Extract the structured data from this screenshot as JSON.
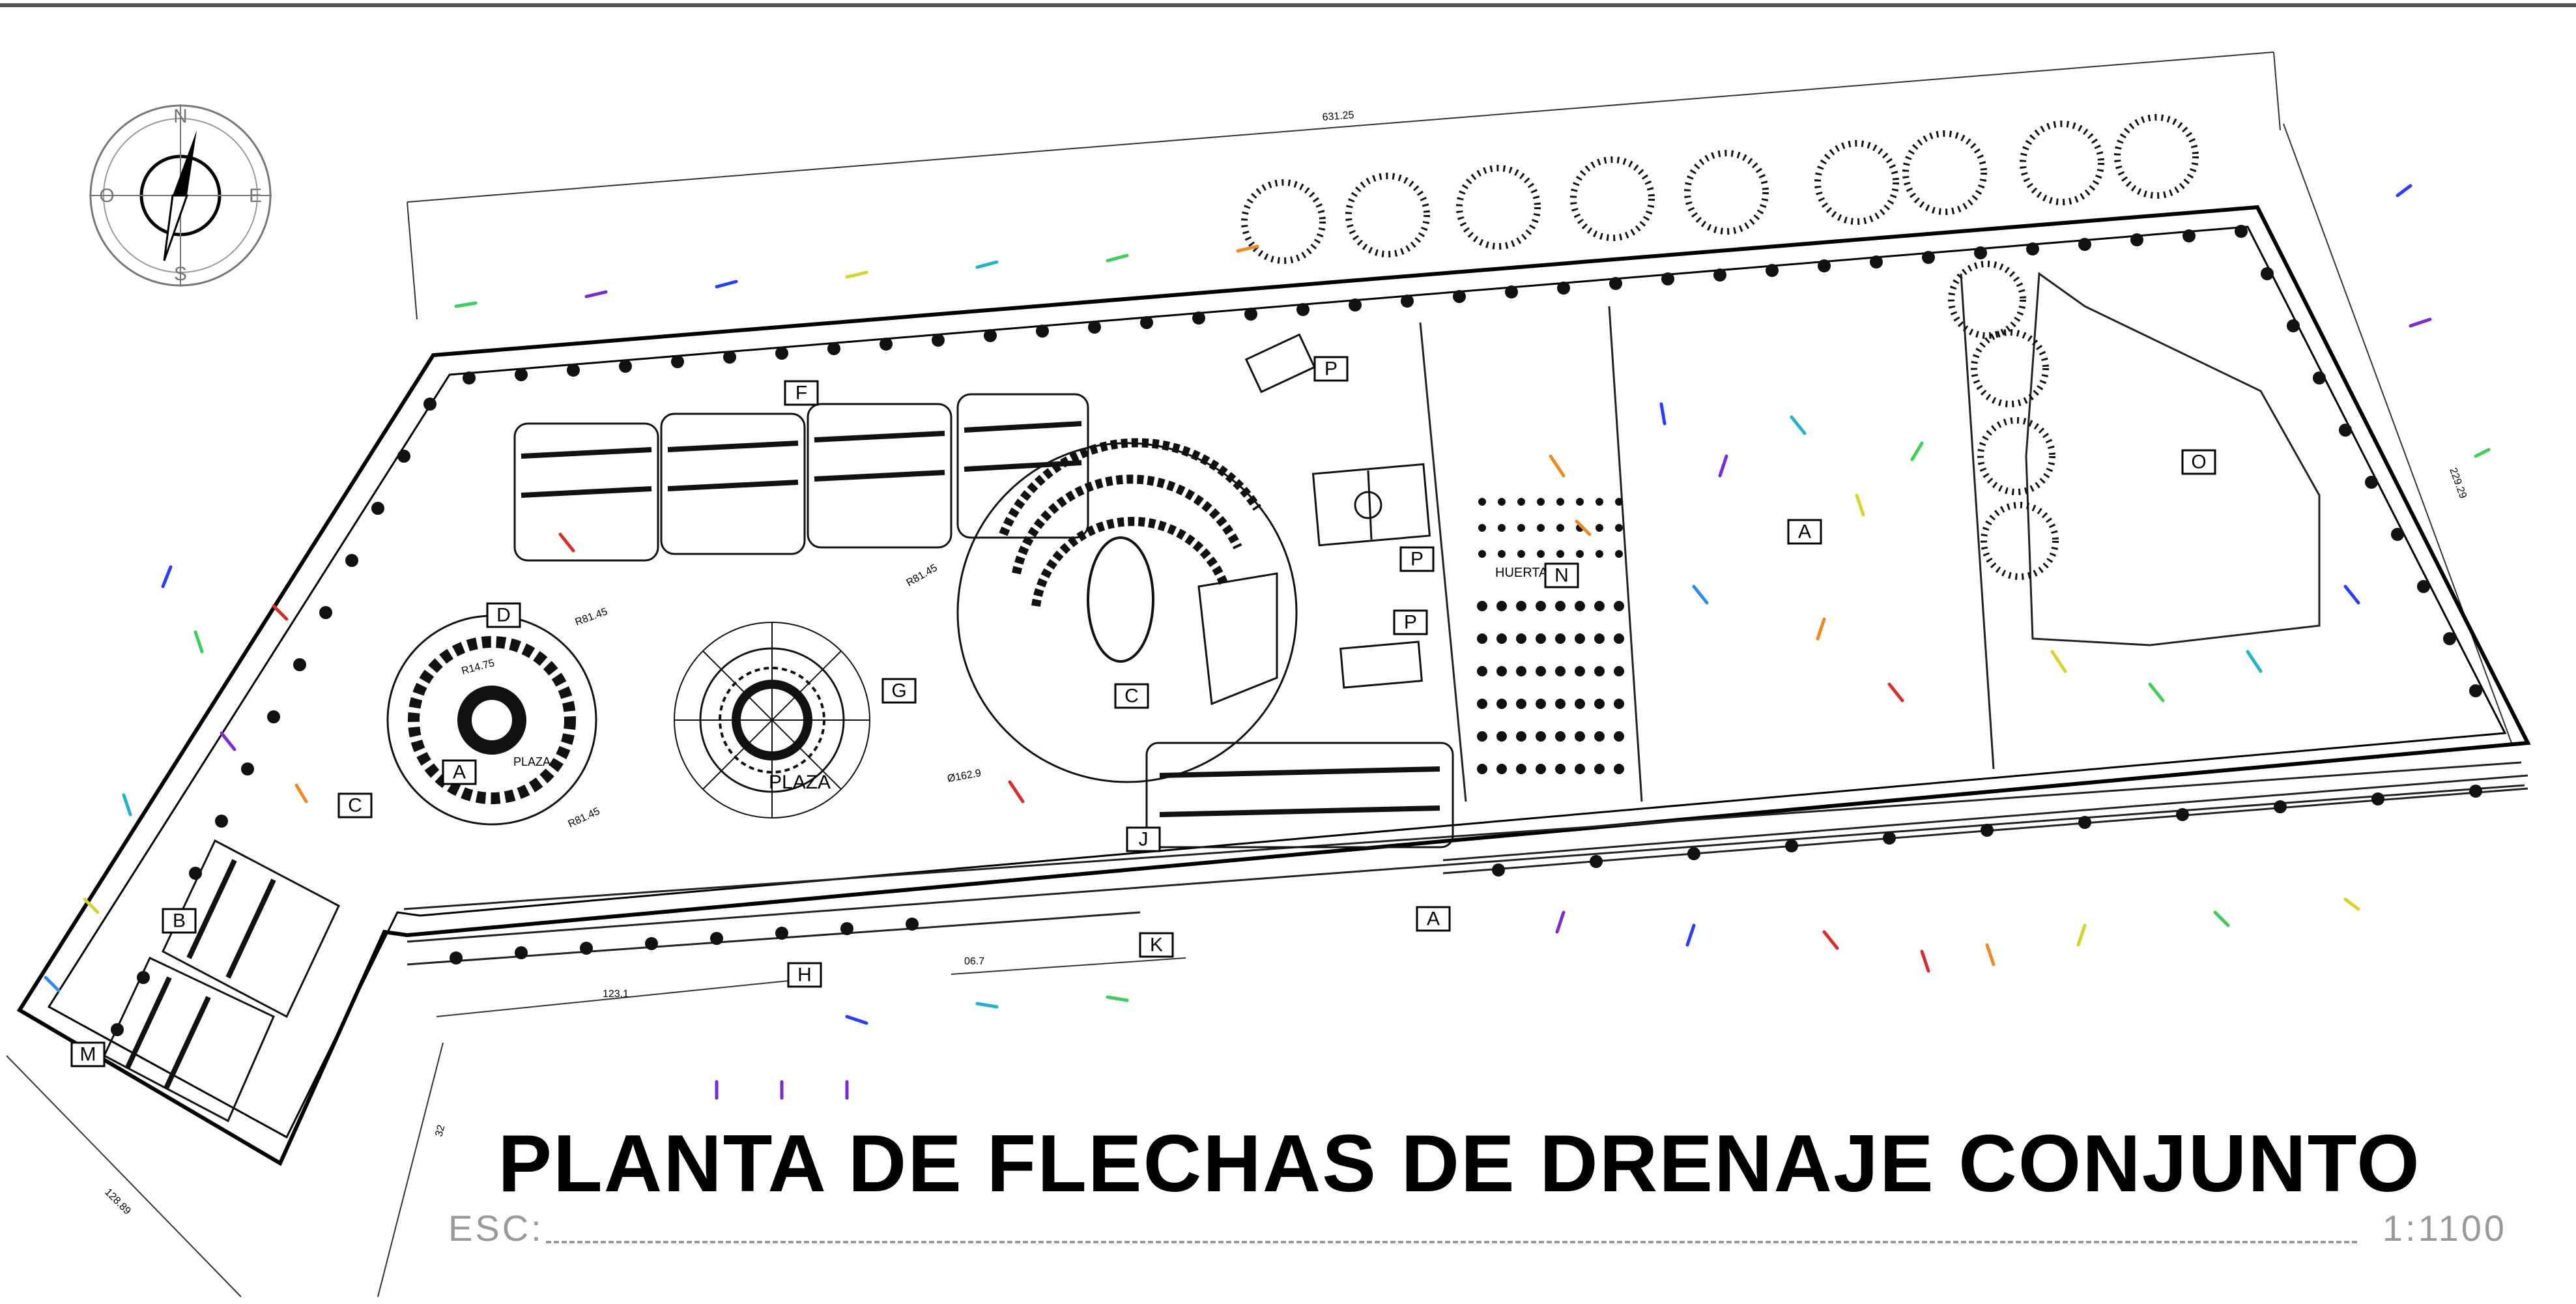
{
  "title": "PLANTA DE FLECHAS DE DRENAJE CONJUNTO",
  "scale": {
    "prefix": "ESC:",
    "value": "1:1100"
  },
  "compass": {
    "north": "N",
    "south": "S",
    "east": "E",
    "west": "O"
  },
  "dimensions": {
    "top_length": "631.25",
    "right_length": "229.29",
    "bottom_left": "123.1",
    "bottom_mid": "06.7",
    "left_bottom": "128.89",
    "vertical_small": "32",
    "radius_1": "R81.45",
    "radius_2": "R81.45",
    "radius_3": "R14.75",
    "radius_4": "R81.45",
    "diameter": "Ø162.9"
  },
  "zones": {
    "A1": "A",
    "A2": "A",
    "A3": "A",
    "B": "B",
    "C1": "C",
    "C2": "C",
    "D": "D",
    "F": "F",
    "G": "G",
    "H": "H",
    "J": "J",
    "K": "K",
    "M": "M",
    "N": "N",
    "O": "O",
    "P1": "P",
    "P2": "P",
    "P3": "P"
  },
  "places": {
    "plaza_small": "PLAZA",
    "plaza_main": "PLAZA",
    "huerta": "HUERTA"
  },
  "arrow_colors": [
    "#2a3cff",
    "#7a2bd6",
    "#1fb5c9",
    "#3ccf5a",
    "#d6d62a",
    "#f08a1e",
    "#e02a2a",
    "#2a8cff"
  ]
}
